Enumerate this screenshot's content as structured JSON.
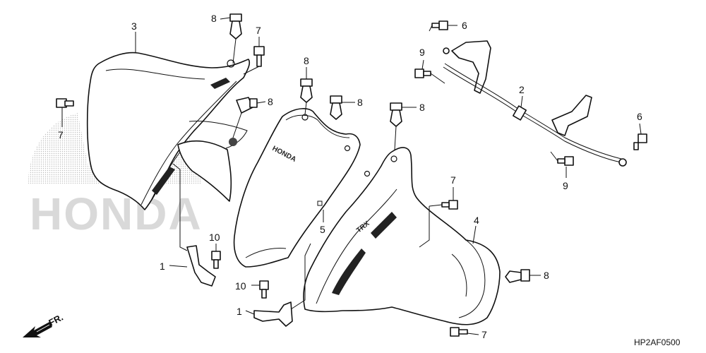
{
  "diagram": {
    "code": "HP2AF0500",
    "direction_label": "FR.",
    "watermark": "HONDA",
    "emblems": {
      "cover": "HONDA",
      "fender": "TRX"
    }
  },
  "callouts": [
    {
      "id": "c3",
      "label": "3"
    },
    {
      "id": "c8a",
      "label": "8"
    },
    {
      "id": "c7a",
      "label": "7"
    },
    {
      "id": "c7b",
      "label": "7"
    },
    {
      "id": "c8b",
      "label": "8"
    },
    {
      "id": "c8c",
      "label": "8"
    },
    {
      "id": "c8d",
      "label": "8"
    },
    {
      "id": "c8e",
      "label": "8"
    },
    {
      "id": "c6a",
      "label": "6"
    },
    {
      "id": "c9a",
      "label": "9"
    },
    {
      "id": "c2",
      "label": "2"
    },
    {
      "id": "c6b",
      "label": "6"
    },
    {
      "id": "c9b",
      "label": "9"
    },
    {
      "id": "c7c",
      "label": "7"
    },
    {
      "id": "c5",
      "label": "5"
    },
    {
      "id": "c4",
      "label": "4"
    },
    {
      "id": "c10a",
      "label": "10"
    },
    {
      "id": "c1a",
      "label": "1"
    },
    {
      "id": "c10b",
      "label": "10"
    },
    {
      "id": "c1b",
      "label": "1"
    },
    {
      "id": "c8f",
      "label": "8"
    },
    {
      "id": "c7d",
      "label": "7"
    }
  ]
}
